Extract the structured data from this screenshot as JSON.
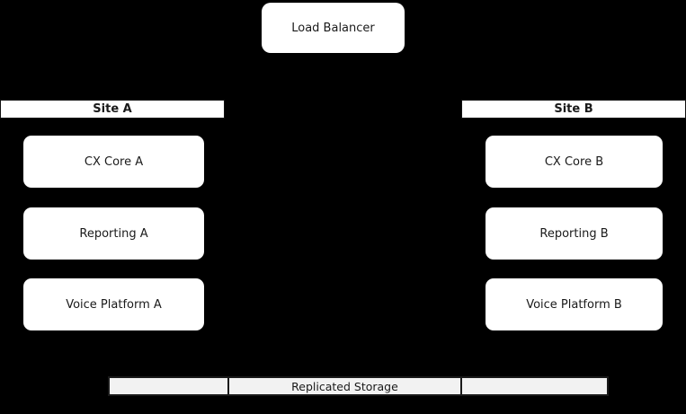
{
  "diagram": {
    "load_balancer": {
      "label": "Load Balancer"
    },
    "site_a": {
      "title": "Site A",
      "nodes": [
        "CX Core A",
        "Reporting A",
        "Voice Platform A"
      ]
    },
    "site_b": {
      "title": "Site B",
      "nodes": [
        "CX Core B",
        "Reporting B",
        "Voice Platform B"
      ]
    },
    "storage": {
      "label": "Replicated Storage"
    }
  },
  "colors": {
    "background": "#000000",
    "node_fill": "#ffffff",
    "node_text": "#1a1a1a",
    "storage_fill": "#f2f2f2",
    "storage_border": "#1a1a1a"
  }
}
